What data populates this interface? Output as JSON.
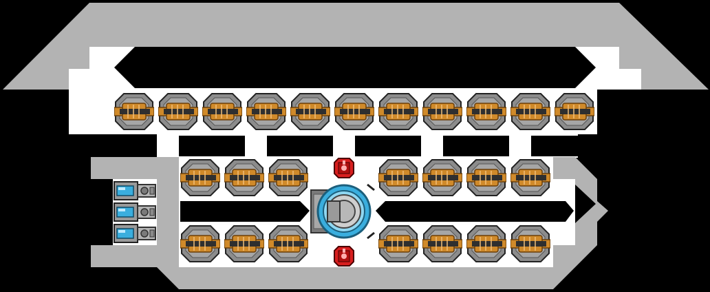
{
  "ship": {
    "hull_color": "#b3b3b3",
    "interior_color": "#ffffff",
    "void_color": "#000000",
    "accent_orange": "#d08a2a",
    "accent_red": "#d81e1e",
    "accent_blue": "#3aaede"
  },
  "turret_rows": [
    {
      "name": "top-row",
      "count": 11
    },
    {
      "name": "middle-left-row",
      "count": 3
    },
    {
      "name": "middle-right-row",
      "count": 4
    },
    {
      "name": "bottom-left-row",
      "count": 3
    },
    {
      "name": "bottom-right-row",
      "count": 4
    }
  ],
  "batteries": {
    "count": 3
  },
  "mines": {
    "count": 2
  },
  "icons": {
    "turret": "cannon-turret-icon",
    "battery": "battery-icon",
    "mine": "red-mine-icon",
    "core": "shield-core-icon"
  }
}
